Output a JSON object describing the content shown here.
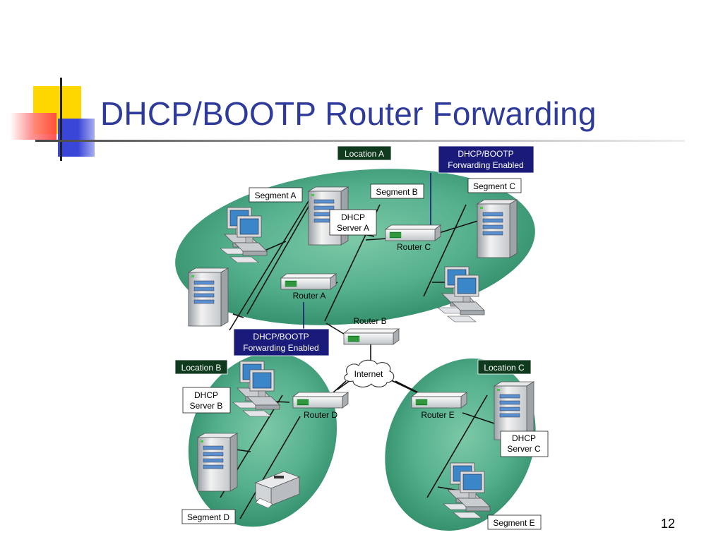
{
  "slide": {
    "title": "DHCP/BOOTP Router Forwarding",
    "page_number": "12"
  },
  "colors": {
    "title": "#2e3b9a",
    "location_fill": "#4aa383",
    "location_label_bg": "#0f3a1e",
    "callout_bg": "#1a1a7a",
    "deco_yellow": "#ffd700",
    "deco_red": "#ff5a5a",
    "deco_blue": "#3a46d8"
  },
  "diagram": {
    "locations": {
      "a": "Location A",
      "b": "Location B",
      "c": "Location C"
    },
    "segments": {
      "a": "Segment A",
      "b": "Segment B",
      "c": "Segment C",
      "d": "Segment D",
      "e": "Segment E"
    },
    "routers": {
      "a": "Router A",
      "b": "Router B",
      "c": "Router C",
      "d": "Router D",
      "e": "Router E"
    },
    "dhcp_servers": {
      "a": [
        "DHCP",
        "Server A"
      ],
      "b": [
        "DHCP",
        "Server B"
      ],
      "c": [
        "DHCP",
        "Server C"
      ]
    },
    "callouts": [
      [
        "DHCP/BOOTP",
        "Forwarding Enabled"
      ],
      [
        "DHCP/BOOTP",
        "Forwarding Enabled"
      ]
    ],
    "internet": "Internet"
  }
}
